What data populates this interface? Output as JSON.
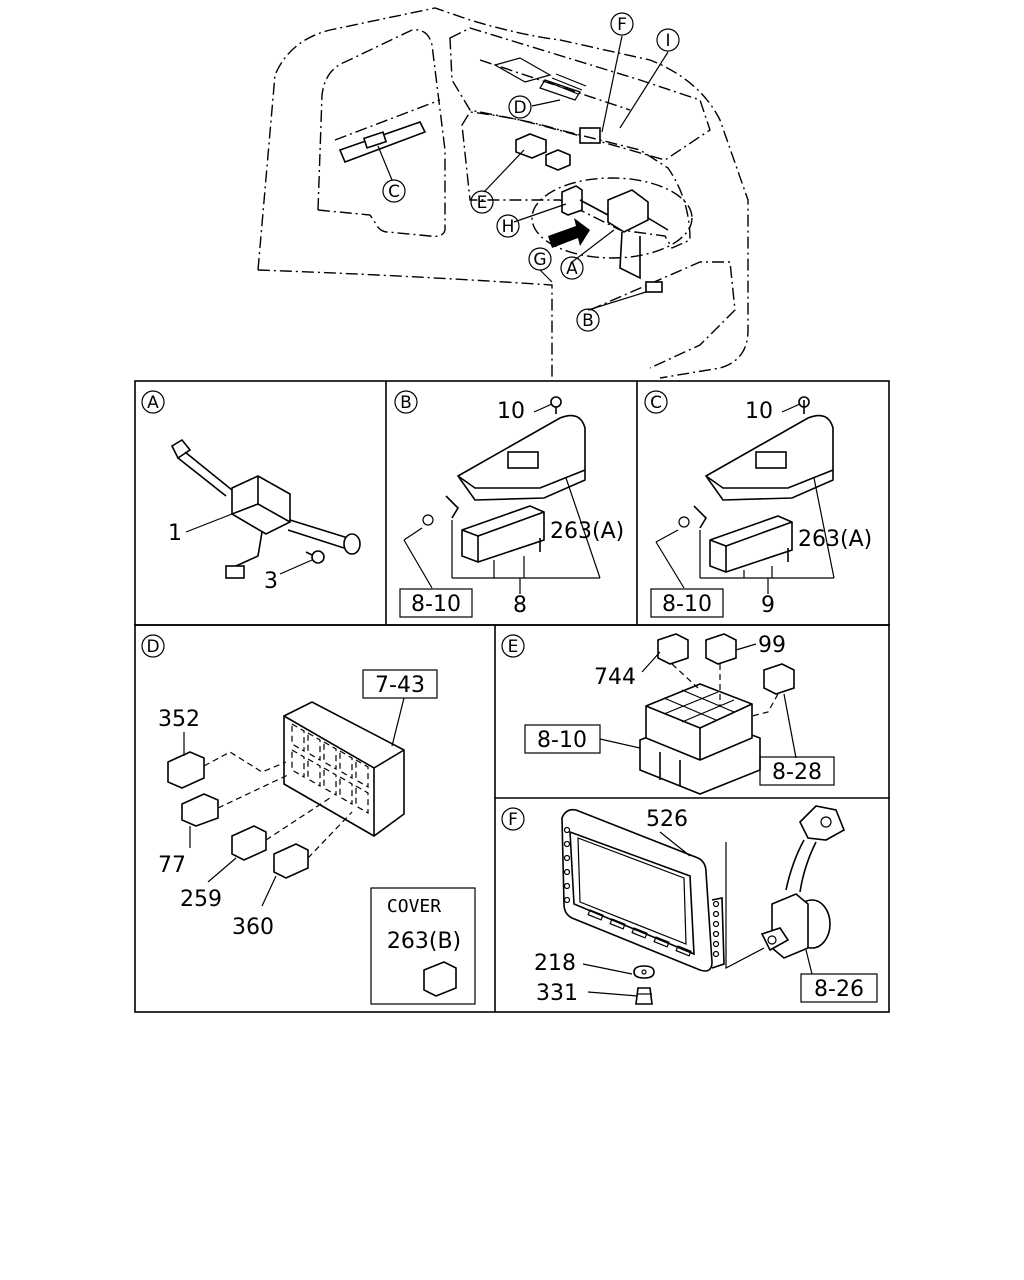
{
  "overview": {
    "callouts": [
      "F",
      "I",
      "D",
      "C",
      "E",
      "H",
      "G",
      "A",
      "B"
    ]
  },
  "panels": {
    "a": {
      "letter": "A",
      "parts": [
        "1",
        "3"
      ]
    },
    "b": {
      "letter": "B",
      "parts": [
        "10",
        "263(A)",
        "8"
      ],
      "ref": "8-10"
    },
    "c": {
      "letter": "C",
      "parts": [
        "10",
        "263(A)",
        "9"
      ],
      "ref": "8-10"
    },
    "d": {
      "letter": "D",
      "parts": [
        "352",
        "77",
        "259",
        "360"
      ],
      "ref": "7-43",
      "cover": {
        "label": "COVER",
        "part": "263(B)"
      }
    },
    "e": {
      "letter": "E",
      "parts": [
        "744",
        "99"
      ],
      "refs": [
        "8-10",
        "8-28"
      ]
    },
    "f": {
      "letter": "F",
      "parts": [
        "526",
        "218",
        "331"
      ],
      "ref": "8-26"
    }
  }
}
